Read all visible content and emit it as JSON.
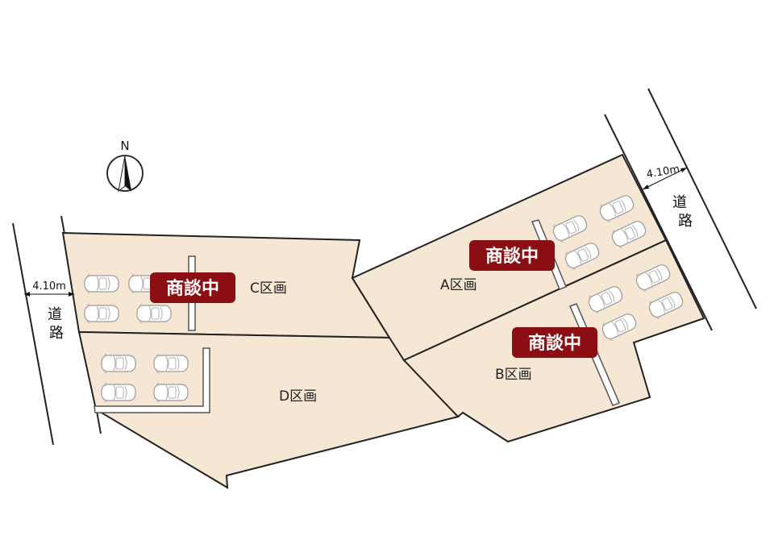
{
  "compass": {
    "north_label": "N",
    "icon": "compass-north-icon"
  },
  "lots": {
    "a": {
      "label": "A区画",
      "status": "商談中"
    },
    "b": {
      "label": "B区画",
      "status": "商談中"
    },
    "c": {
      "label": "C区画",
      "status": "商談中"
    },
    "d": {
      "label": "D区画"
    }
  },
  "roads": {
    "left": {
      "width_label": "4.10m",
      "name_chars": [
        "道",
        "路"
      ]
    },
    "right": {
      "width_label": "4.10m",
      "name_chars": [
        "道",
        "路"
      ]
    }
  },
  "colors": {
    "lot_fill": "#f6e7d5",
    "badge": "#8b0f12",
    "line": "#222222"
  },
  "icons": [
    "compass-north-icon",
    "parked-car-icon"
  ]
}
